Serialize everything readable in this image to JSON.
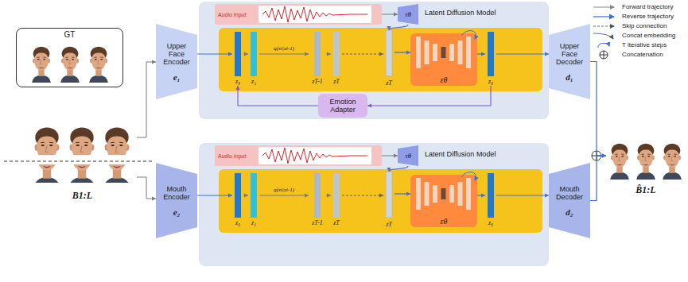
{
  "diagram": {
    "nodes": [
      {
        "text": [
          "GT"
        ]
      },
      {
        "text": [
          "B1:L"
        ]
      },
      {
        "text": [
          "Upper Face Encoder",
          "e₁"
        ]
      },
      {
        "text": [
          "Latent Diffusion Model"
        ]
      },
      {
        "text": [
          "Audio Input"
        ],
        "in": 3
      },
      {
        "text": [
          "τθ"
        ],
        "in": 3
      },
      {
        "text": [
          "z₀"
        ],
        "in": 3
      },
      {
        "text": [
          "z₁"
        ],
        "in": 3
      },
      {
        "text": [
          "zT-1"
        ],
        "in": 3
      },
      {
        "text": [
          "zT"
        ],
        "in": 3
      },
      {
        "text": [
          "zT"
        ],
        "in": 3
      },
      {
        "text": [
          "εθ"
        ],
        "in": 3
      },
      {
        "text": [
          "z₀"
        ],
        "in": 3
      },
      {
        "text": [
          "Emotion Adapter"
        ],
        "in": 3
      },
      {
        "text": [
          "Upper Face Decoder",
          "d₁"
        ]
      },
      {
        "text": [
          "Mouth Encoder",
          "e₂"
        ]
      },
      {
        "text": [
          "Latent Diffusion Model"
        ]
      },
      {
        "text": [
          "Audio Input"
        ],
        "in": 16
      },
      {
        "text": [
          "τθ"
        ],
        "in": 16
      },
      {
        "text": [
          "z₀"
        ],
        "in": 16
      },
      {
        "text": [
          "z₁"
        ],
        "in": 16
      },
      {
        "text": [
          "zT-1"
        ],
        "in": 16
      },
      {
        "text": [
          "zT"
        ],
        "in": 16
      },
      {
        "text": [
          "zT"
        ],
        "in": 16
      },
      {
        "text": [
          "εθ"
        ],
        "in": 16
      },
      {
        "text": [
          "z₀"
        ],
        "in": 16
      },
      {
        "text": [
          "Mouth Decoder",
          "d₂"
        ]
      },
      {
        "text": [
          "B̂1:L"
        ]
      }
    ],
    "edges": [
      {
        "from": 1,
        "to": 2,
        "arrow": "to"
      },
      {
        "from": 1,
        "to": 15,
        "arrow": "to"
      },
      {
        "from": 2,
        "to": 6,
        "arrow": "to"
      },
      {
        "from": 6,
        "to": 7,
        "arrow": "to"
      },
      {
        "from": 7,
        "to": 8,
        "arrow": "to",
        "label": "q(xt|xt-1)"
      },
      {
        "from": 8,
        "to": 9,
        "arrow": "to"
      },
      {
        "from": 9,
        "to": 10,
        "arrow": "to"
      },
      {
        "from": 4,
        "to": 5,
        "arrow": "to"
      },
      {
        "from": 5,
        "to": 10,
        "arrow": "to"
      },
      {
        "from": 10,
        "to": 11,
        "arrow": "to"
      },
      {
        "from": 11,
        "to": 12,
        "arrow": "to"
      },
      {
        "from": 12,
        "to": 13,
        "arrow": "to"
      },
      {
        "from": 13,
        "to": 6,
        "arrow": "to"
      },
      {
        "from": 12,
        "to": 14,
        "arrow": "to"
      },
      {
        "from": 14,
        "to": 27,
        "arrow": "to"
      },
      {
        "from": 15,
        "to": 19,
        "arrow": "to"
      },
      {
        "from": 19,
        "to": 20,
        "arrow": "to"
      },
      {
        "from": 20,
        "to": 21,
        "arrow": "to",
        "label": "q(xt|xt-1)"
      },
      {
        "from": 21,
        "to": 22,
        "arrow": "to"
      },
      {
        "from": 22,
        "to": 23,
        "arrow": "to"
      },
      {
        "from": 17,
        "to": 18,
        "arrow": "to"
      },
      {
        "from": 18,
        "to": 23,
        "arrow": "to"
      },
      {
        "from": 23,
        "to": 24,
        "arrow": "to"
      },
      {
        "from": 24,
        "to": 25,
        "arrow": "to"
      },
      {
        "from": 25,
        "to": 26,
        "arrow": "to"
      },
      {
        "from": 26,
        "to": 27,
        "arrow": "to"
      }
    ],
    "legend": [
      {
        "text": "Forward trajectory"
      },
      {
        "text": "Reverse trajectory"
      },
      {
        "text": "Skip connection"
      },
      {
        "text": "Concat embedding"
      },
      {
        "text": "T iterative steps"
      },
      {
        "text": "Concatenation"
      }
    ]
  }
}
